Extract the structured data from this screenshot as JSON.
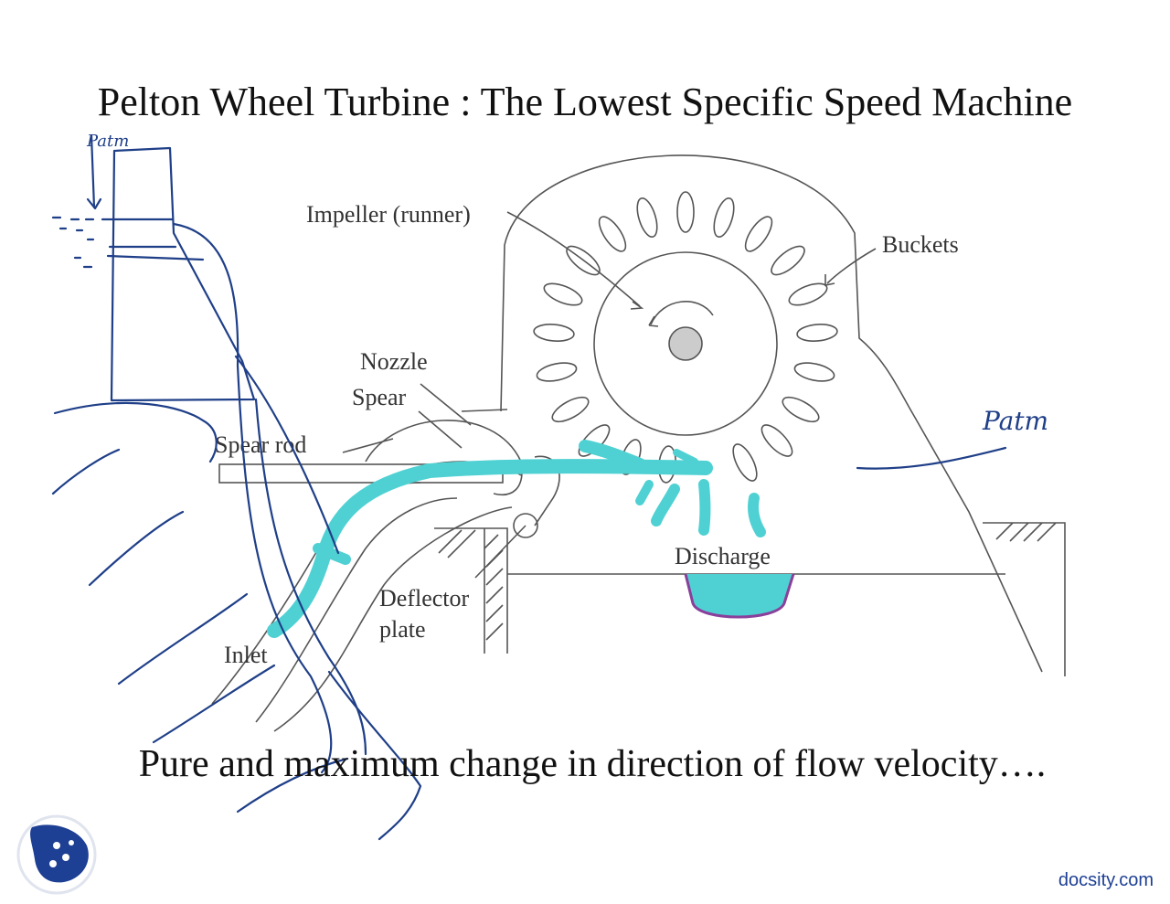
{
  "slide": {
    "title": "Pelton Wheel Turbine : The Lowest Specific Speed Machine",
    "caption": "Pure and maximum change in direction of  flow velocity….",
    "brand": "docsity.com"
  },
  "diagram": {
    "labels": {
      "impeller": "Impeller (runner)",
      "buckets": "Buckets",
      "nozzle": "Nozzle",
      "spear": "Spear",
      "spear_rod": "Spear rod",
      "deflector": "Deflector",
      "plate": "plate",
      "inlet": "Inlet",
      "discharge": "Discharge"
    },
    "handwritten": {
      "note_top": "Patm",
      "note_right": "Patm"
    }
  },
  "colors": {
    "ink": "#1f3f88",
    "water": "#4fd1d3",
    "discharge_edge": "#8a3f9a",
    "logo": "#1d3f94"
  },
  "icons": {
    "logo": "docsity-logo-icon"
  }
}
